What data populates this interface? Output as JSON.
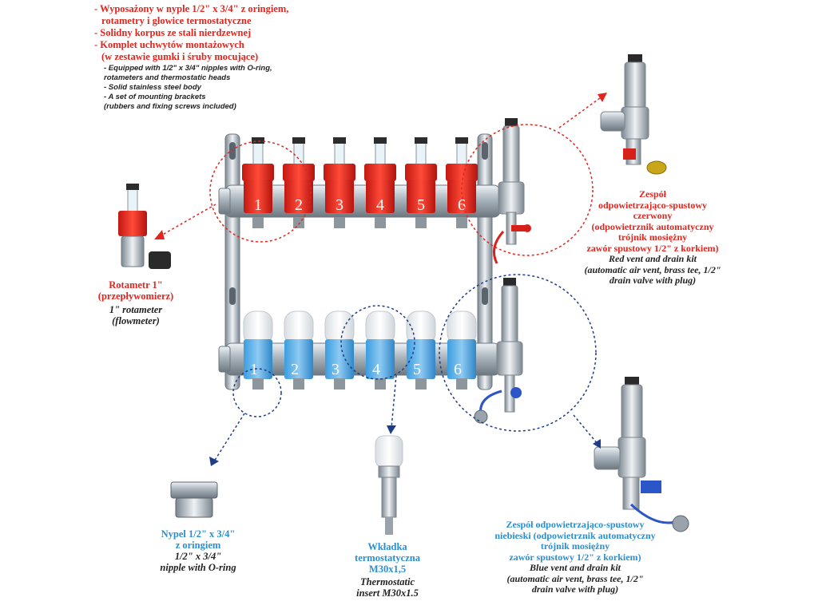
{
  "features_pl": [
    "- Wyposażony w nyple 1/2\" x 3/4\" z oringiem,",
    "  rotametry i głowice termostatyczne",
    "- Solidny korpus ze stali nierdzewnej",
    "- Komplet uchwytów montażowych",
    "  (w zestawie gumki i śruby mocujące)"
  ],
  "features_en": [
    "- Equipped with 1/2\" x 3/4\" nipples with O-ring,",
    "  rotameters and thermostatic heads",
    "- Solid stainless steel body",
    "- A set of mounting brackets",
    "  (rubbers and fixing screws included)"
  ],
  "rotameter": {
    "pl": [
      "Rotametr 1\"",
      "(przepływomierz)"
    ],
    "en": [
      "1\" rotameter",
      "(flowmeter)"
    ]
  },
  "red_kit": {
    "pl": [
      "Zespół",
      "odpowietrzająco-spustowy",
      "czerwony",
      "(odpowietrznik automatyczny",
      "trójnik mosiężny",
      "zawór spustowy 1/2\" z korkiem)"
    ],
    "en": [
      "Red vent and drain kit",
      "(automatic air vent, brass tee, 1/2\"",
      "drain valve with plug)"
    ]
  },
  "nipple": {
    "pl": [
      "Nypel 1/2\" x 3/4\"",
      "z oringiem"
    ],
    "en": [
      "1/2\" x 3/4\"",
      "nipple with O-ring"
    ]
  },
  "insert": {
    "pl": [
      "Wkładka",
      "termostatyczna",
      "M30x1,5"
    ],
    "en": [
      "Thermostatic",
      "insert M30x1.5"
    ]
  },
  "blue_kit": {
    "pl": [
      "Zespół odpowietrzająco-spustowy",
      "niebieski (odpowietrznik automatyczny",
      "trójnik mosiężny",
      "zawór spustowy 1/2\" z korkiem)"
    ],
    "en": [
      "Blue vent and drain kit",
      "(automatic air vent, brass tee, 1/2\"",
      "drain valve with plug)"
    ]
  },
  "circuit_numbers": [
    "1",
    "2",
    "3",
    "4",
    "5",
    "6"
  ],
  "colors": {
    "red": "#e0261f",
    "blue": "#2a8fd0",
    "steel": "#b9c3cc"
  }
}
